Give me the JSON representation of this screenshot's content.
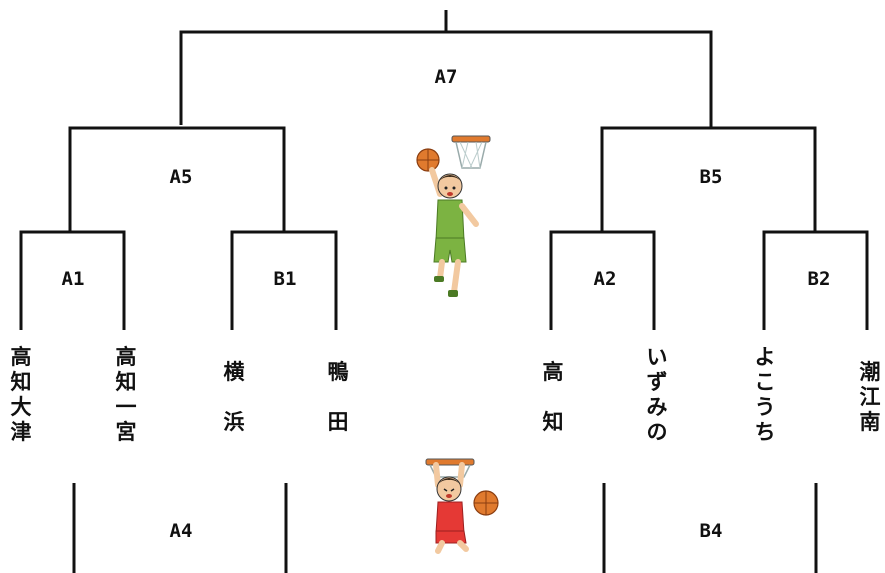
{
  "matches": {
    "a7": "A7",
    "a5": "A5",
    "b5": "B5",
    "a1": "A1",
    "b1": "B1",
    "a2": "A2",
    "b2": "B2",
    "a4": "A4",
    "b4": "B4"
  },
  "teams": [
    {
      "name": "高知大津",
      "display": "高\n知\n大\n津"
    },
    {
      "name": "高知一宮",
      "display": "高\n知\n一\n宮"
    },
    {
      "name": "横浜",
      "display": "横\n\n浜"
    },
    {
      "name": "鴨田",
      "display": "鴨\n\n田"
    },
    {
      "name": "高知",
      "display": "高\n\n知"
    },
    {
      "name": "いずみの",
      "display": "い\nず\nみ\nの"
    },
    {
      "name": "よこうち",
      "display": "よ\nこ\nう\nち"
    },
    {
      "name": "潮江南",
      "display": "潮\n江\n南"
    }
  ],
  "illustrations": {
    "top_player": "basketball-player-shooting-icon",
    "bottom_player": "basketball-player-dunking-icon"
  },
  "colors": {
    "line": "#111111",
    "green_jersey": "#7cb342",
    "red_jersey": "#e53935",
    "ball": "#e07a2e"
  }
}
